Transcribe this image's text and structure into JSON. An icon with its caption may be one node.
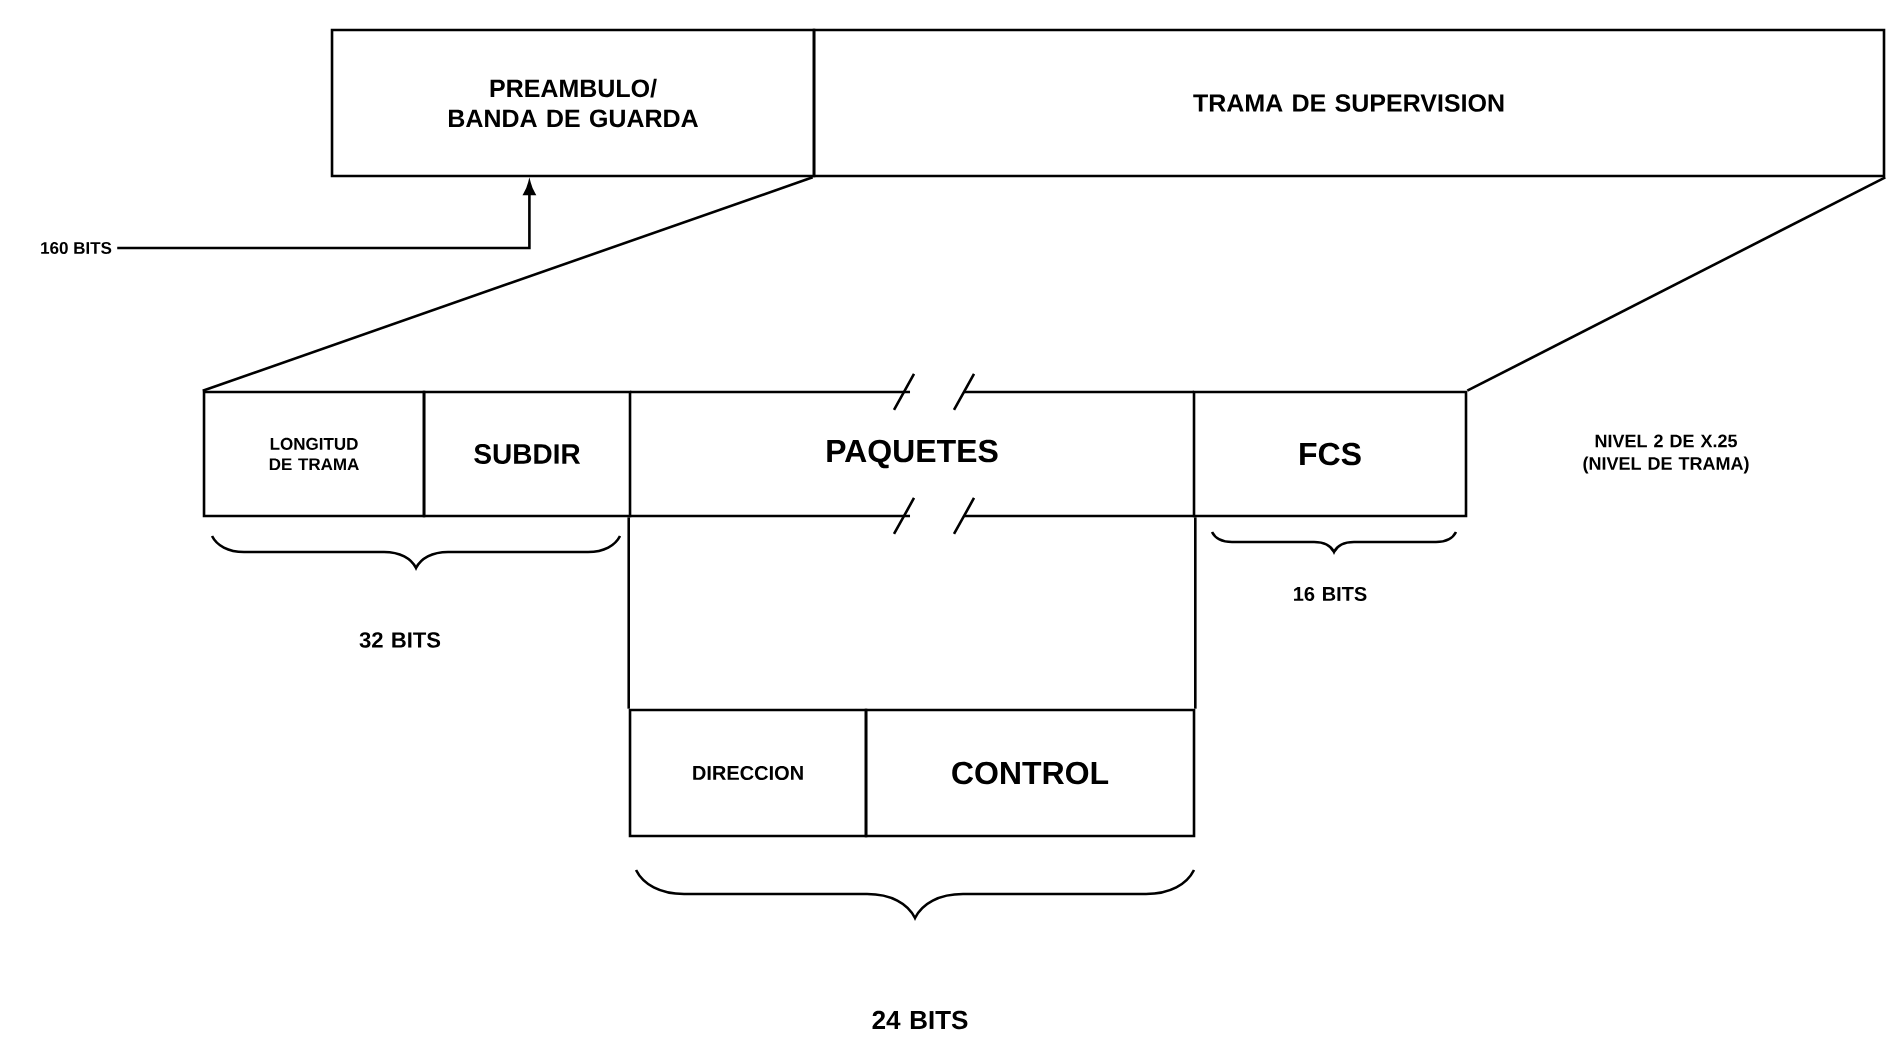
{
  "diagram": {
    "nodes": [
      {
        "text": [
          "PREAMBULO/ BANDA DE GUARDA"
        ]
      },
      {
        "text": [
          "TRAMA DE SUPERVISION"
        ]
      },
      {
        "text": [
          "LONGITUD DE TRAMA"
        ]
      },
      {
        "text": [
          "SUBDIR"
        ]
      },
      {
        "text": [
          "PAQUETES"
        ]
      },
      {
        "text": [
          "FCS"
        ]
      },
      {
        "text": [
          "DIRECCION"
        ]
      },
      {
        "text": [
          "CONTROL"
        ]
      },
      {
        "text": [
          "160 BITS"
        ]
      }
    ],
    "edges": [
      {
        "from": 8,
        "to": 0,
        "arrow": "to"
      },
      {
        "from": 1,
        "to": 2,
        "arrow": "none"
      },
      {
        "from": 1,
        "to": 5,
        "arrow": "none"
      },
      {
        "from": 4,
        "to": 6,
        "arrow": "none"
      },
      {
        "from": 4,
        "to": 7,
        "arrow": "none"
      }
    ],
    "labels": [
      "NIVEL 2 DE X.25 (NIVEL DE TRAMA)",
      "32 BITS",
      "16 BITS",
      "24 BITS"
    ]
  }
}
